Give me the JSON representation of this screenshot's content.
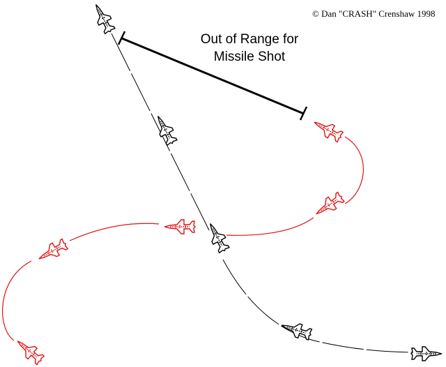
{
  "copyright": "© Dan \"CRASH\" Crenshaw 1998",
  "annotation": {
    "line1": "Out of Range for",
    "line2": "Missile Shot"
  },
  "colors": {
    "friendly": "#000000",
    "bandit": "#e01010",
    "range_line": "#000000"
  }
}
